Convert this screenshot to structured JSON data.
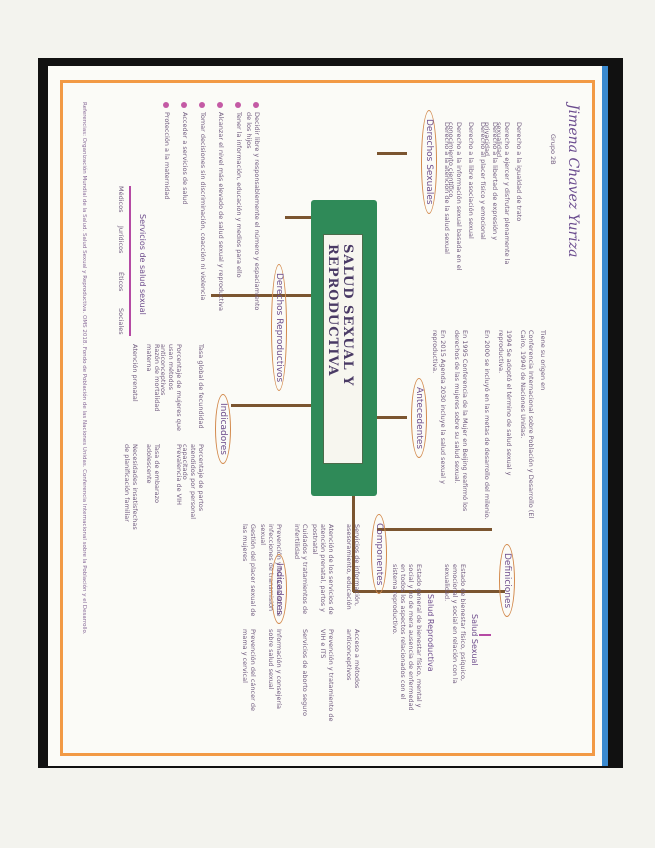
{
  "colors": {
    "accent_green": "#2f8a58",
    "accent_orange": "#f29a45",
    "accent_magenta": "#b54aa4",
    "line_brown": "#7b5530",
    "text_purple": "#7a5b9a"
  },
  "author": "Jimena Chavez Yuriza",
  "author_sub": "Grupo 2B",
  "main_title": "SALUD SEXUAL Y REPRODUCTIVA",
  "nodes": {
    "definiciones": "Definiciones",
    "componentes": "Componentes",
    "antecedentes": "Antecedentes",
    "indicadores": "Indicadores",
    "indicadores2": "Indicadores",
    "derechos_sexuales": "Derechos Sexuales",
    "derechos_reproductivos": "Derechos Reproductivos"
  },
  "definiciones": {
    "salud_sexual": "Salud Sexual",
    "salud_sexual_desc": "Estado de bienestar físico, psíquico, emocional y social en relación con la sexualidad.",
    "salud_reproductiva": "Salud Reproductiva",
    "salud_reproductiva_desc": "Estado general de bienestar físico, mental y social y no de mera ausencia de enfermedad en todos los aspectos relacionados con el sistema reproductivo."
  },
  "componentes": [
    "Servicios de información, asesoramiento, educación",
    "Atención de los servicios de atención prenatal, partos y postnatal",
    "Cuidados y tratamientos de infertilidad",
    "Prevención y tratamiento de infecciones de transmisión sexual",
    "Gestión del placer sexual de las mujeres",
    "Acceso a métodos anticonceptivos",
    "Prevención y tratamiento de VIH e ITS",
    "Servicios de aborto seguro",
    "Información y consejería sobre salud sexual",
    "Prevención del cáncer de mama y cervical"
  ],
  "antecedentes": [
    "Tiene su origen en",
    "Conferencia Internacional sobre Población y Desarrollo (El Cairo, 1994) de Naciones Unidas.",
    "1994 Se adoptó el término de salud sexual y reproductiva.",
    "En 2000 se incluyó en las metas de desarrollo del milenio.",
    "En 1995 Conferencia de la Mujer en Beijing reafirmó los derechos de las mujeres sobre su salud sexual.",
    "En 2015 Agenda 2030 incluye la salud sexual y reproductiva."
  ],
  "indicadores": [
    "Tasa global de fecundidad",
    "Porcentaje de mujeres que usan métodos anticonceptivos",
    "Razón de mortalidad materna",
    "Atención prenatal",
    "Porcentaje de partos atendidos por personal capacitado",
    "Prevalencia de VIH",
    "Tasa de embarazo adolescente",
    "Necesidades insatisfechas de planificación familiar"
  ],
  "derechos_sexuales": [
    "Derecho a la igualdad de trato",
    "Derecho a ejercer y disfrutar plenamente la sexualidad",
    "Derecho a la libertad de expresión y privacidad",
    "Derecho al placer físico y emocional",
    "Derecho a la libre asociación sexual",
    "Derecho a la información sexual basada en el conocimiento científico",
    "Derecho a la atención de la salud sexual"
  ],
  "derechos_reproductivos": [
    "Decidir libre y responsablemente el número y espaciamiento de los hijos",
    "Tener la información, educación y medios para ello",
    "Alcanzar el nivel más elevado de salud sexual y reproductiva",
    "Tomar decisiones sin discriminación, coacción ni violencia",
    "Acceder a servicios de salud",
    "Protección a la maternidad"
  ],
  "servicios": {
    "label": "Servicios de salud sexual",
    "items": [
      "Médicos",
      "Jurídicos",
      "Éticos",
      "Sociales"
    ]
  },
  "footnote": "Referencias: Organización Mundial de la Salud. Salud Sexual y Reproductiva. OMS 2018. Fondo de Población de las Naciones Unidas. Conferencia Internacional sobre la Población y el Desarrollo."
}
